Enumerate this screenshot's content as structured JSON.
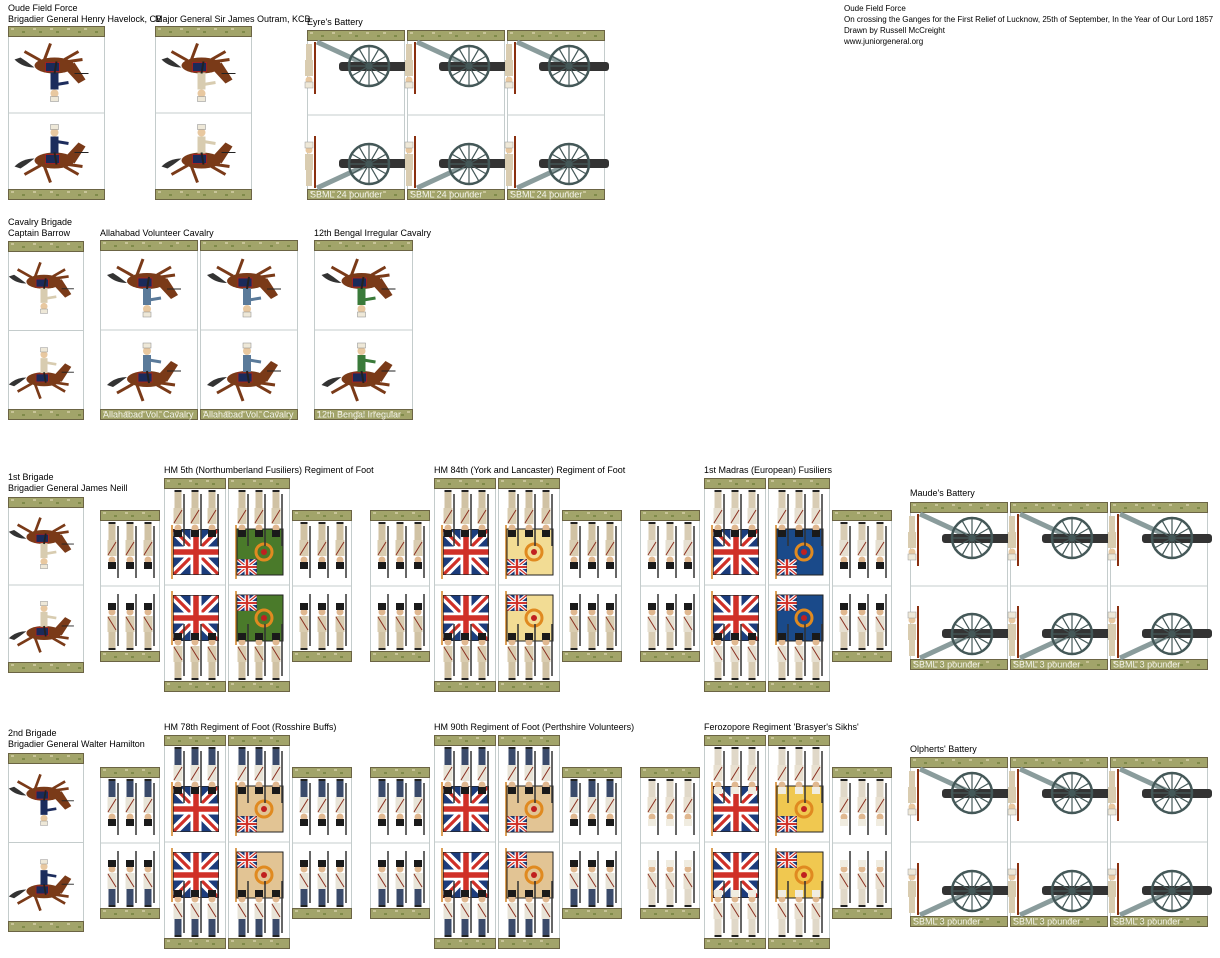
{
  "header": {
    "title": "Oude Field Force",
    "info": [
      "Oude Field Force",
      "On crossing the Ganges for the First Relief of Lucknow, 25th of September, In the Year of Our Lord 1857",
      "Drawn by Russell McCreight",
      "www.juniorgeneral.org"
    ]
  },
  "colors": {
    "grass": "#a2a46a",
    "grass_border": "#6b6444",
    "card_border": "#c4cccc",
    "horse": "#7a3a18",
    "gun_metal": "#333333",
    "carriage": "#8a9c9c",
    "union_blue": "#1c3c7c",
    "union_red": "#d03028"
  },
  "units": [
    {
      "kind": "commander",
      "title_lines": [
        "Brigadier General Henry Havelock, CB"
      ],
      "rider": "#1c2c5c",
      "cards": [
        {
          "caption": ""
        }
      ]
    },
    {
      "kind": "commander",
      "title_lines": [
        "Major General Sir James Outram, KCB"
      ],
      "rider": "#d8ccb0",
      "cards": [
        {
          "caption": ""
        }
      ]
    },
    {
      "kind": "battery",
      "title_lines": [
        "Eyre's Battery"
      ],
      "cards": [
        {
          "caption": "SBML 24 pounder"
        },
        {
          "caption": "SBML 24 pounder"
        },
        {
          "caption": "SBML 24 pounder"
        }
      ]
    },
    {
      "kind": "commander",
      "title_lines": [
        "Cavalry Brigade",
        "Captain Barrow"
      ],
      "rider": "#d8ccb0",
      "cards": [
        {
          "caption": ""
        }
      ]
    },
    {
      "kind": "cavalry",
      "title_lines": [
        "Allahabad Volunteer Cavalry"
      ],
      "rider": "#5a7a9a",
      "cards": [
        {
          "caption": "Allahabad Vol. Cavalry"
        },
        {
          "caption": "Allahabad Vol. Cavalry"
        }
      ]
    },
    {
      "kind": "cavalry",
      "title_lines": [
        "12th Bengal Irregular Cavalry"
      ],
      "rider": "#3a7a3a",
      "cards": [
        {
          "caption": "12th Bengal Irregular"
        }
      ]
    },
    {
      "kind": "commander",
      "title_lines": [
        "1st Brigade",
        "Brigadier General James Neill"
      ],
      "rider": "#d8ccb0",
      "cards": [
        {
          "caption": ""
        }
      ]
    },
    {
      "kind": "regiment",
      "title_lines": [
        "HM 5th (Northumberland Fusiliers) Regiment of Foot"
      ],
      "jacket": "#d9ccb0",
      "trousers": "#d0c2a4",
      "facing": "#4a7a2a",
      "cards": [
        {
          "caption": ""
        }
      ]
    },
    {
      "kind": "regiment",
      "title_lines": [
        "HM 84th (York and Lancaster) Regiment of Foot"
      ],
      "jacket": "#d9ccb0",
      "trousers": "#d0c2a4",
      "facing": "#f2dc94",
      "cards": [
        {
          "caption": ""
        }
      ]
    },
    {
      "kind": "regiment",
      "title_lines": [
        "1st Madras (European) Fusiliers"
      ],
      "jacket": "#e6dfd0",
      "trousers": "#d8ccb4",
      "facing": "#1a4a8a",
      "cards": [
        {
          "caption": ""
        }
      ]
    },
    {
      "kind": "battery",
      "title_lines": [
        "Maude's Battery"
      ],
      "cards": [
        {
          "caption": "SBML 3 pounder"
        },
        {
          "caption": "SBML 3 pounder"
        },
        {
          "caption": "SBML 3 pounder"
        }
      ]
    },
    {
      "kind": "commander",
      "title_lines": [
        "2nd Brigade",
        "Brigadier General Walter Hamilton"
      ],
      "rider": "#1c2c5c",
      "cards": [
        {
          "caption": ""
        }
      ]
    },
    {
      "kind": "regiment",
      "title_lines": [
        "HM 78th Regiment of Foot (Rosshire Buffs)"
      ],
      "jacket": "#e8e4d8",
      "trousers": "#3a4a6a",
      "facing": "#e2c494",
      "cards": [
        {
          "caption": ""
        }
      ]
    },
    {
      "kind": "regiment",
      "title_lines": [
        "HM 90th Regiment of Foot (Perthshire Volunteers)"
      ],
      "jacket": "#e8e4d8",
      "trousers": "#3a4a6a",
      "facing": "#e2c494",
      "cards": [
        {
          "caption": ""
        }
      ]
    },
    {
      "kind": "regiment",
      "title_lines": [
        "Ferozopore Regiment 'Brasyer's Sikhs'"
      ],
      "jacket": "#e8e0d0",
      "trousers": "#e0d8c8",
      "facing": "#f0c850",
      "cards": [
        {
          "caption": ""
        }
      ]
    },
    {
      "kind": "battery",
      "title_lines": [
        "Olpherts' Battery"
      ],
      "cards": [
        {
          "caption": "SBML 3 pounder"
        },
        {
          "caption": "SBML 3 pounder"
        },
        {
          "caption": "SBML 3 pounder"
        }
      ]
    }
  ]
}
